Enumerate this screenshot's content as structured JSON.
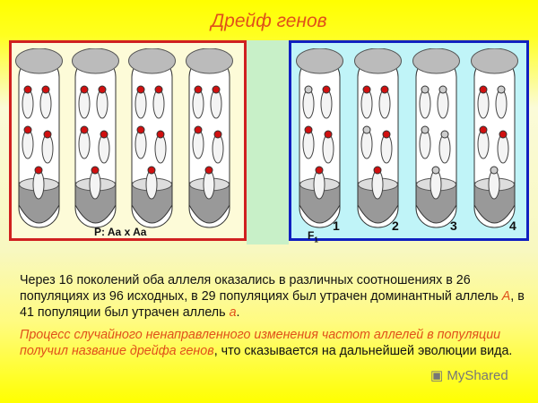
{
  "title": "Дрейф генов",
  "left_panel": {
    "label": "P:  Aa x Aa",
    "tubes": 4
  },
  "right_panel": {
    "label_f": "F",
    "label_sub": "1",
    "tube_numbers": [
      "1",
      "2",
      "3",
      "4"
    ]
  },
  "paragraph1": {
    "a": "Через 16 поколений оба аллеля оказались в различных соотношениях в 26 популяциях из 96 исходных, в 29 популяциях был утрачен доминантный аллель ",
    "allele_A": "A",
    "b": ", в 41 популяции был утрачен аллель ",
    "allele_a": "a",
    "c": "."
  },
  "paragraph2": {
    "highlight": "Процесс случайного ненаправленного изменения частот аллелей в популяции получил название дрейфа генов",
    "rest": ", что сказывается на дальнейшей эволюции вида."
  },
  "watermark": "MyShared",
  "colors": {
    "title": "#e0501a",
    "left_border": "#d02020",
    "right_border": "#1020c0"
  }
}
